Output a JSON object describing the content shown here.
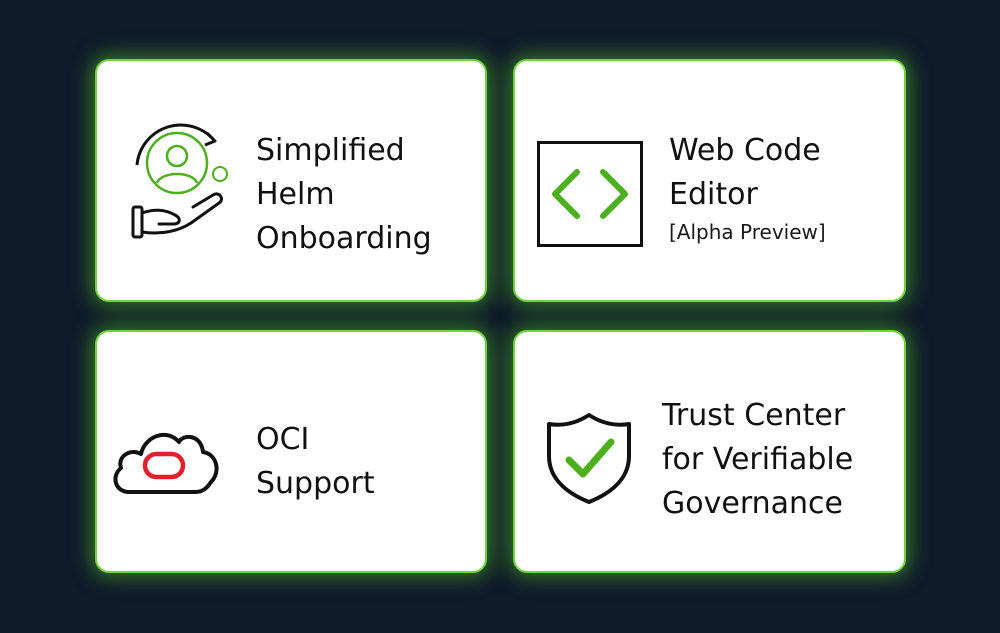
{
  "colors": {
    "background": "#0f1a2a",
    "card_border": "#6ed43a",
    "accent_green": "#4caf1e",
    "oci_red": "#e0202a"
  },
  "cards": [
    {
      "icon": "helm-onboarding-icon",
      "lines": [
        "Simplified",
        "Helm",
        "Onboarding"
      ]
    },
    {
      "icon": "code-editor-icon",
      "lines": [
        "Web Code",
        "Editor"
      ],
      "sub": "[Alpha Preview]"
    },
    {
      "icon": "oci-cloud-icon",
      "lines": [
        "OCI",
        "Support"
      ]
    },
    {
      "icon": "shield-check-icon",
      "lines": [
        "Trust Center",
        "for Verifiable",
        "Governance"
      ]
    }
  ]
}
